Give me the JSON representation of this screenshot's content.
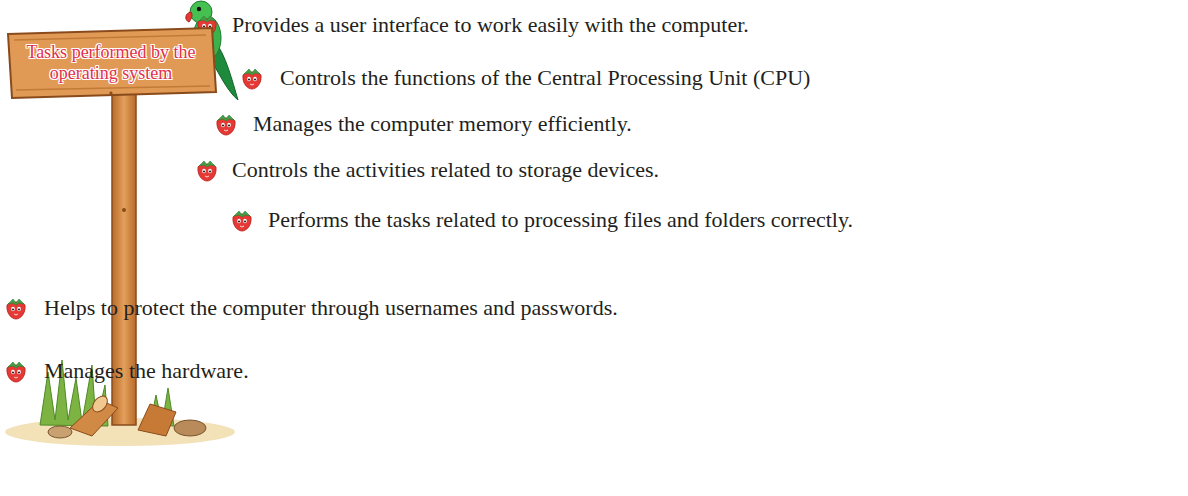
{
  "diagram": {
    "nodes": [
      {
        "text": [
          "Tasks performed by the operating system"
        ]
      }
    ],
    "labels": [
      "Provides a user interface to work easily with the computer.",
      "Controls the functions of the Central Processing Unit (CPU)",
      "Manages the computer memory efficiently.",
      "Controls the activities related to storage devices.",
      "Performs the tasks related to processing files and folders correctly.",
      "Helps to protect the computer through usernames and passwords.",
      "Manages the hardware."
    ]
  }
}
